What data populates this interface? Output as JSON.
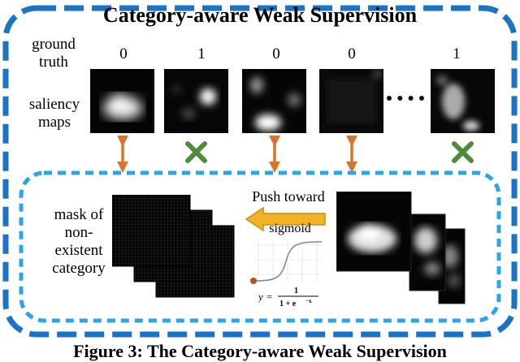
{
  "title": "Category-aware Weak Supervision",
  "labels": {
    "ground_truth": [
      "ground",
      "truth"
    ],
    "saliency_maps": [
      "saliency",
      "maps"
    ],
    "mask_of": [
      "mask of",
      "non-",
      "existent",
      "category"
    ],
    "push_toward": "Push toward",
    "sigmoid": "sigmoid",
    "formula_lhs": "y =",
    "formula_num": "1",
    "formula_den": "1 + e",
    "formula_exp": "−x"
  },
  "ground_truth_values": [
    "0",
    "1",
    "0",
    "0",
    "1"
  ],
  "columns": [
    {
      "gt": "0",
      "relation": "double-arrow"
    },
    {
      "gt": "1",
      "relation": "cross"
    },
    {
      "gt": "0",
      "relation": "double-arrow"
    },
    {
      "gt": "0",
      "relation": "double-arrow"
    },
    {
      "gt": "1",
      "relation": "cross"
    }
  ],
  "caption": "Figure 3: The Category-aware Weak Supervision",
  "colors": {
    "border_outer": "#1a73c4",
    "border_inner": "#2aa6e8",
    "double_arrow": "#d9742a",
    "cross": "#4d8a3a",
    "push_arrow": "#f0b323",
    "sigmoid_curve": "#8a8a8a",
    "sigmoid_dot": "#b5531b"
  }
}
